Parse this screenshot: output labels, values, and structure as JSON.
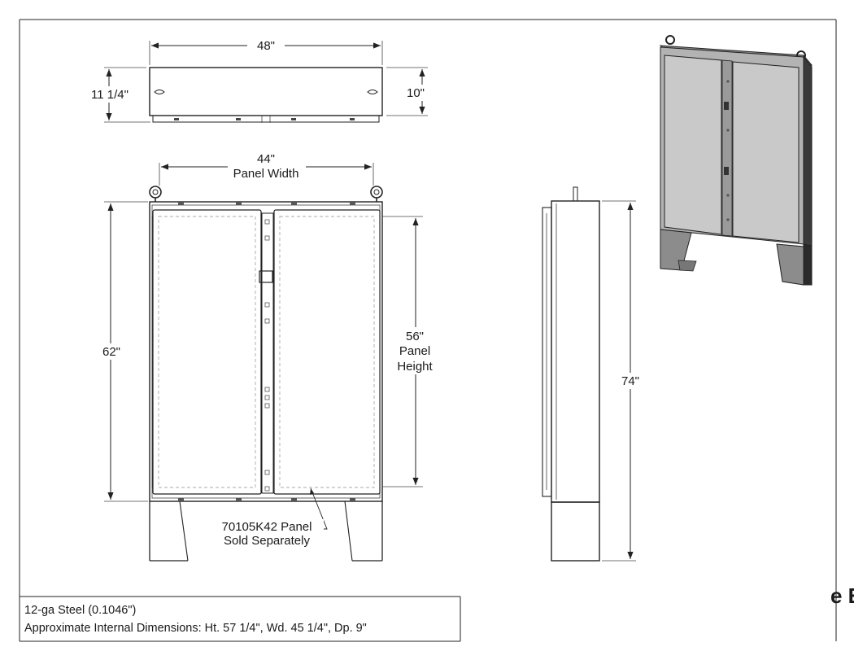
{
  "dimensions": {
    "top_width": "48\"",
    "top_depth_overall": "11 1/4\"",
    "top_depth": "10\"",
    "panel_width_value": "44\"",
    "panel_width_label": "Panel Width",
    "height_body": "62\"",
    "panel_height_value": "56\"",
    "panel_height_line1": "Panel",
    "panel_height_line2": "Height",
    "side_height": "74\""
  },
  "callout": {
    "line1": "70105K42 Panel",
    "line2": "Sold Separately"
  },
  "notes": {
    "material": "12-ga Steel (0.1046\")",
    "internal": "Approximate Internal Dimensions: Ht. 57 1/4\", Wd. 45 1/4\", Dp. 9\""
  },
  "edge_text": "e E",
  "colors": {
    "line": "#222222",
    "door_face": "#c9c9c9",
    "door_shade": "#9a9a9a",
    "side_dark": "#3a3a3a"
  }
}
